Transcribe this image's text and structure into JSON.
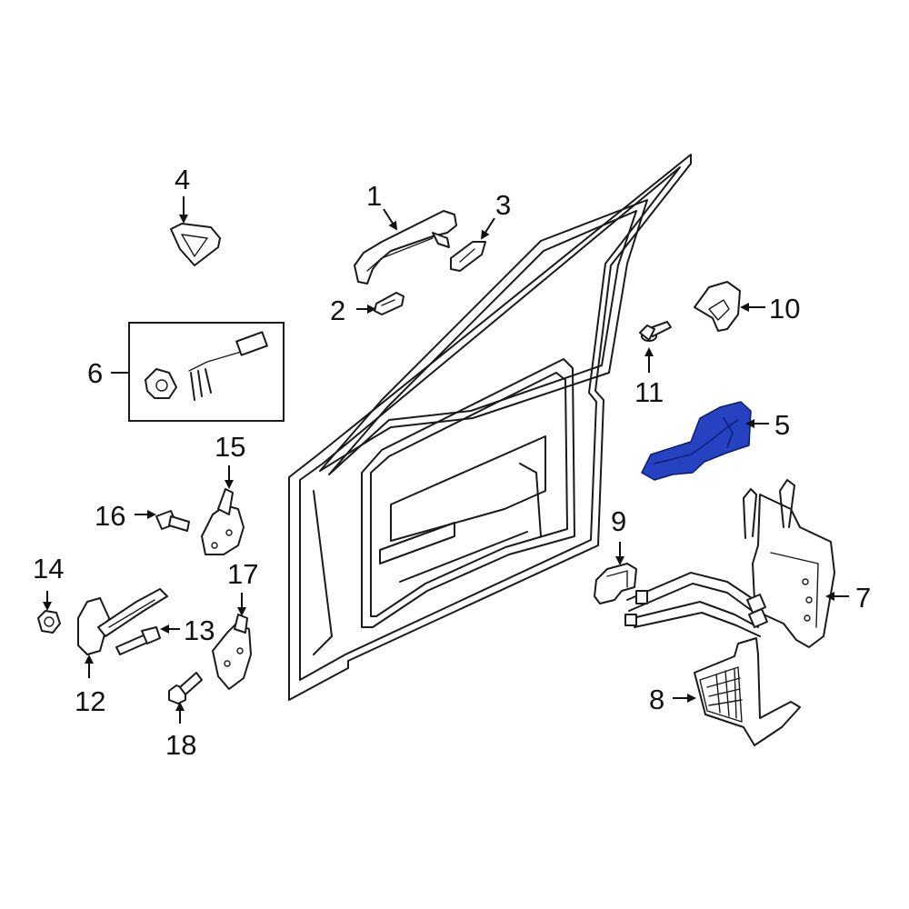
{
  "highlight_color": "#2542c0",
  "callouts": [
    {
      "id": "1",
      "label": "1"
    },
    {
      "id": "2",
      "label": "2"
    },
    {
      "id": "3",
      "label": "3"
    },
    {
      "id": "4",
      "label": "4"
    },
    {
      "id": "5",
      "label": "5",
      "highlighted": true
    },
    {
      "id": "6",
      "label": "6"
    },
    {
      "id": "7",
      "label": "7"
    },
    {
      "id": "8",
      "label": "8"
    },
    {
      "id": "9",
      "label": "9"
    },
    {
      "id": "10",
      "label": "10"
    },
    {
      "id": "11",
      "label": "11"
    },
    {
      "id": "12",
      "label": "12"
    },
    {
      "id": "13",
      "label": "13"
    },
    {
      "id": "14",
      "label": "14"
    },
    {
      "id": "15",
      "label": "15"
    },
    {
      "id": "16",
      "label": "16"
    },
    {
      "id": "17",
      "label": "17"
    },
    {
      "id": "18",
      "label": "18"
    }
  ]
}
